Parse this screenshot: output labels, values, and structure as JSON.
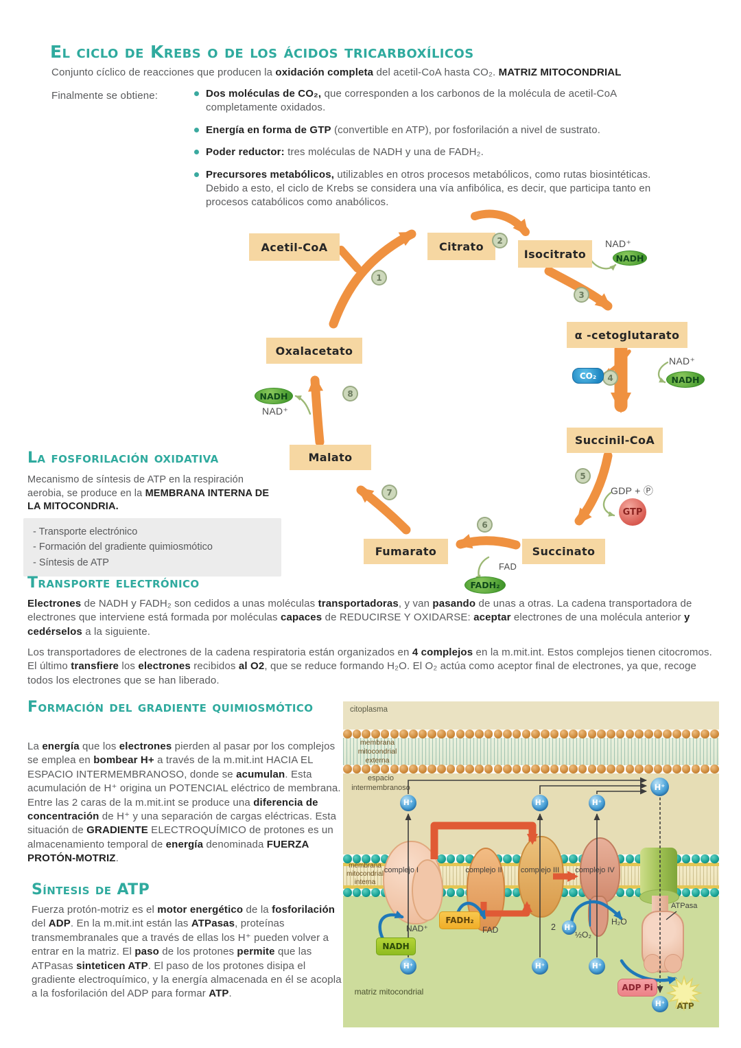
{
  "colors": {
    "accent_teal": "#2faa9e",
    "metabolite_box": "#f6d7a2",
    "cycle_arrow_orange": "#ef9140",
    "nadh_green": "#4d9f33",
    "co2_blue": "#1f87c2",
    "gtp_red": "#d85a50",
    "proton_blue": "#4ba2d8",
    "electron_arrow_red": "#e05a35",
    "matrix_green": "#cddc9c"
  },
  "header": {
    "title": "El ciclo de Krebs o de los ácidos tricarboxílicos",
    "intro": [
      {
        "t": "Conjunto cíclico de reacciones que producen la "
      },
      {
        "t": "oxidación completa",
        "b": true
      },
      {
        "t": " del acetil-CoA hasta CO₂. "
      },
      {
        "t": "MATRIZ MITOCONDRIAL",
        "b": true
      }
    ],
    "obtain_label": "Finalmente se obtiene:",
    "bullets": [
      [
        {
          "t": "Dos moléculas de CO₂,",
          "b": true
        },
        {
          "t": " que corresponden a los carbonos de la molécula de acetil-CoA completamente oxidados."
        }
      ],
      [
        {
          "t": "Energía en forma de GTP",
          "b": true
        },
        {
          "t": " (convertible en ATP), por fosforilación a nivel de sustrato."
        }
      ],
      [
        {
          "t": "Poder reductor:",
          "b": true
        },
        {
          "t": " tres moléculas de NADH y una de FADH₂."
        }
      ],
      [
        {
          "t": "Precursores metabólicos,",
          "b": true
        },
        {
          "t": " utilizables en otros procesos metabólicos, como rutas biosintéticas. Debido a esto, el ciclo de Krebs se considera una vía anfibólica, es decir, que participa tanto en procesos catabólicos como anabólicos."
        }
      ]
    ]
  },
  "cycle": {
    "metabolites": {
      "acetil_coa": "Acetil-CoA",
      "citrato": "Citrato",
      "isocitrato": "Isocitrato",
      "alfa_cetoglutarato": "α -cetoglutarato",
      "succinil_coa": "Succinil-CoA",
      "succinato": "Succinato",
      "fumarato": "Fumarato",
      "malato": "Malato",
      "oxalacetato": "Oxalacetato"
    },
    "steps": {
      "s1": "1",
      "s2": "2",
      "s3": "3",
      "s4": "4",
      "s5": "5",
      "s6": "6",
      "s7": "7",
      "s8": "8"
    },
    "cofactors": {
      "nad": "NAD⁺",
      "nadh": "NADH",
      "co2": "CO₂",
      "gdp_pi": "GDP + Ⓟ",
      "gtp": "GTP",
      "fad": "FAD",
      "fadh2": "FADH₂"
    }
  },
  "oxphos": {
    "title": "La fosforilación oxidativa",
    "body": [
      {
        "t": "Mecanismo de síntesis de ATP en la respiración aerobia, se produce en la "
      },
      {
        "t": "MEMBRANA INTERNA DE LA MITOCONDRIA.",
        "b": true
      }
    ],
    "list": [
      "- Transporte electrónico",
      "- Formación del gradiente quimiosmótico",
      "- Síntesis de ATP"
    ]
  },
  "transport": {
    "title": "Transporte electrónico",
    "p1": [
      {
        "t": "Electrones",
        "b": true
      },
      {
        "t": " de NADH y FADH₂ son cedidos a unas moléculas "
      },
      {
        "t": "transportadoras",
        "b": true
      },
      {
        "t": ", y van "
      },
      {
        "t": "pasando",
        "b": true
      },
      {
        "t": " de unas a otras. La cadena transportadora de electrones que interviene está formada por moléculas "
      },
      {
        "t": "capaces",
        "b": true
      },
      {
        "t": " de REDUCIRSE Y OXIDARSE: "
      },
      {
        "t": "aceptar",
        "b": true
      },
      {
        "t": " electrones de una molécula anterior "
      },
      {
        "t": "y cedérselos",
        "b": true
      },
      {
        "t": " a la siguiente."
      }
    ],
    "p2": [
      {
        "t": "Los transportadores de electrones de la cadena respiratoria están organizados en "
      },
      {
        "t": "4 complejos",
        "b": true
      },
      {
        "t": " en la m.mit.int. Estos complejos tienen citocromos. El último "
      },
      {
        "t": "transfiere",
        "b": true
      },
      {
        "t": " los "
      },
      {
        "t": "electrones",
        "b": true
      },
      {
        "t": " recibidos "
      },
      {
        "t": "al O2",
        "b": true
      },
      {
        "t": ", que se reduce formando H₂O. El O₂ actúa como aceptor final de electrones, ya que, recoge todos los electrones que se han liberado."
      }
    ]
  },
  "gradient": {
    "title": "Formación del gradiente quimiosmótico",
    "body": [
      {
        "t": "La "
      },
      {
        "t": "energía",
        "b": true
      },
      {
        "t": " que los "
      },
      {
        "t": "electrones",
        "b": true
      },
      {
        "t": " pierden al pasar por los complejos se emplea en "
      },
      {
        "t": "bombear H+",
        "b": true
      },
      {
        "t": " a través de la m.mit.int HACIA EL ESPACIO INTERMEMBRANOSO, donde se "
      },
      {
        "t": "acumulan",
        "b": true
      },
      {
        "t": ". Esta acumulación de H⁺ origina un POTENCIAL eléctrico de membrana. Entre las 2 caras de la m.mit.int se produce una "
      },
      {
        "t": "diferencia de concentración",
        "b": true
      },
      {
        "t": " de H⁺ y una separación de cargas eléctricas. Esta situación de "
      },
      {
        "t": "GRADIENTE",
        "b": true
      },
      {
        "t": " ELECTROQUÍMICO de protones es un almacenamiento temporal de "
      },
      {
        "t": "energía",
        "b": true
      },
      {
        "t": " denominada "
      },
      {
        "t": "FUERZA PROTÓN-MOTRIZ",
        "b": true
      },
      {
        "t": "."
      }
    ]
  },
  "atp_section": {
    "title": "Síntesis de ATP",
    "body": [
      {
        "t": "Fuerza protón-motriz es el "
      },
      {
        "t": "motor energético",
        "b": true
      },
      {
        "t": " de la "
      },
      {
        "t": "fosforilación",
        "b": true
      },
      {
        "t": " del "
      },
      {
        "t": "ADP",
        "b": true
      },
      {
        "t": ". En la m.mit.int están las "
      },
      {
        "t": "ATPasas",
        "b": true
      },
      {
        "t": ", proteínas transmembranales que a través de ellas los H⁺ pueden volver a entrar en la matriz. El "
      },
      {
        "t": "paso",
        "b": true
      },
      {
        "t": " de los protones "
      },
      {
        "t": "permite",
        "b": true
      },
      {
        "t": " que las ATPasas "
      },
      {
        "t": "sinteticen ATP",
        "b": true
      },
      {
        "t": ". El paso de los protones disipa el gradiente electroquímico, y la energía almacenada en él se acopla a la fosforilación del ADP para formar "
      },
      {
        "t": "ATP",
        "b": true
      },
      {
        "t": "."
      }
    ]
  },
  "diagram": {
    "citoplasma": "citoplasma",
    "outer_membrane": "membrana mitocondrial externa",
    "espacio": "espacio intermembranoso",
    "inner_membrane": "membrana mitocondrial interna",
    "complejo1": "complejo I",
    "complejo2": "complejo II",
    "complejo3": "complejo III",
    "complejo4": "complejo IV",
    "atpasa": "ATPasa",
    "h": "H⁺",
    "two": "2",
    "half_o2": "½O₂",
    "h2o": "H₂O",
    "nadh": "NADH",
    "nad": "NAD⁺",
    "fadh2": "FADH₂",
    "fad": "FAD",
    "adp_pi": "ADP Pi",
    "atp": "ATP",
    "matriz": "matriz mitocondrial"
  }
}
